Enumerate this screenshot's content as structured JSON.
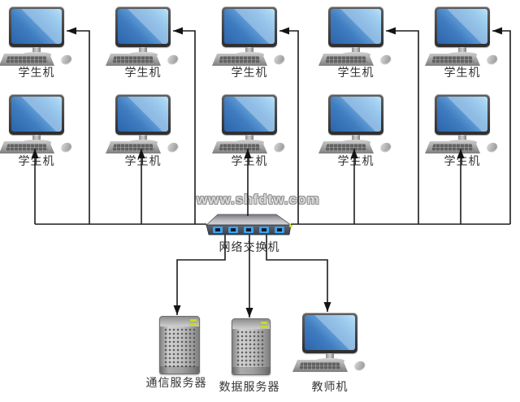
{
  "diagram": {
    "watermark": "www.shfdtw.com",
    "labels": {
      "student_machine": "学生机",
      "network_switch": "网络交换机",
      "communication_server": "通信服务器",
      "data_server": "数据服务器",
      "teacher_machine": "教师机"
    },
    "nodes": {
      "students": {
        "count": 10,
        "rows": 2,
        "per_row": 5,
        "label": "学生机"
      },
      "switch": {
        "label": "网络交换机"
      },
      "servers": [
        {
          "label": "通信服务器"
        },
        {
          "label": "数据服务器"
        }
      ],
      "teacher": {
        "label": "教师机"
      }
    },
    "edges": [
      {
        "from": "network-switch",
        "to": "student-machine-r1c1"
      },
      {
        "from": "network-switch",
        "to": "student-machine-r1c2"
      },
      {
        "from": "network-switch",
        "to": "student-machine-r1c3"
      },
      {
        "from": "network-switch",
        "to": "student-machine-r1c4"
      },
      {
        "from": "network-switch",
        "to": "student-machine-r1c5"
      },
      {
        "from": "network-switch",
        "to": "student-machine-r2c1"
      },
      {
        "from": "network-switch",
        "to": "student-machine-r2c2"
      },
      {
        "from": "network-switch",
        "to": "student-machine-r2c3"
      },
      {
        "from": "network-switch",
        "to": "student-machine-r2c4"
      },
      {
        "from": "network-switch",
        "to": "student-machine-r2c5"
      },
      {
        "from": "network-switch",
        "to": "communication-server"
      },
      {
        "from": "network-switch",
        "to": "data-server"
      },
      {
        "from": "network-switch",
        "to": "teacher-machine"
      }
    ],
    "colors": {
      "screen_blue": "#4f8cca",
      "line_black": "#1c1c1c",
      "port_blue": "#3aa4ec",
      "led_yellow": "#d9e42e",
      "label_text": "#333333",
      "watermark_gray": "#8f8f8f"
    }
  }
}
